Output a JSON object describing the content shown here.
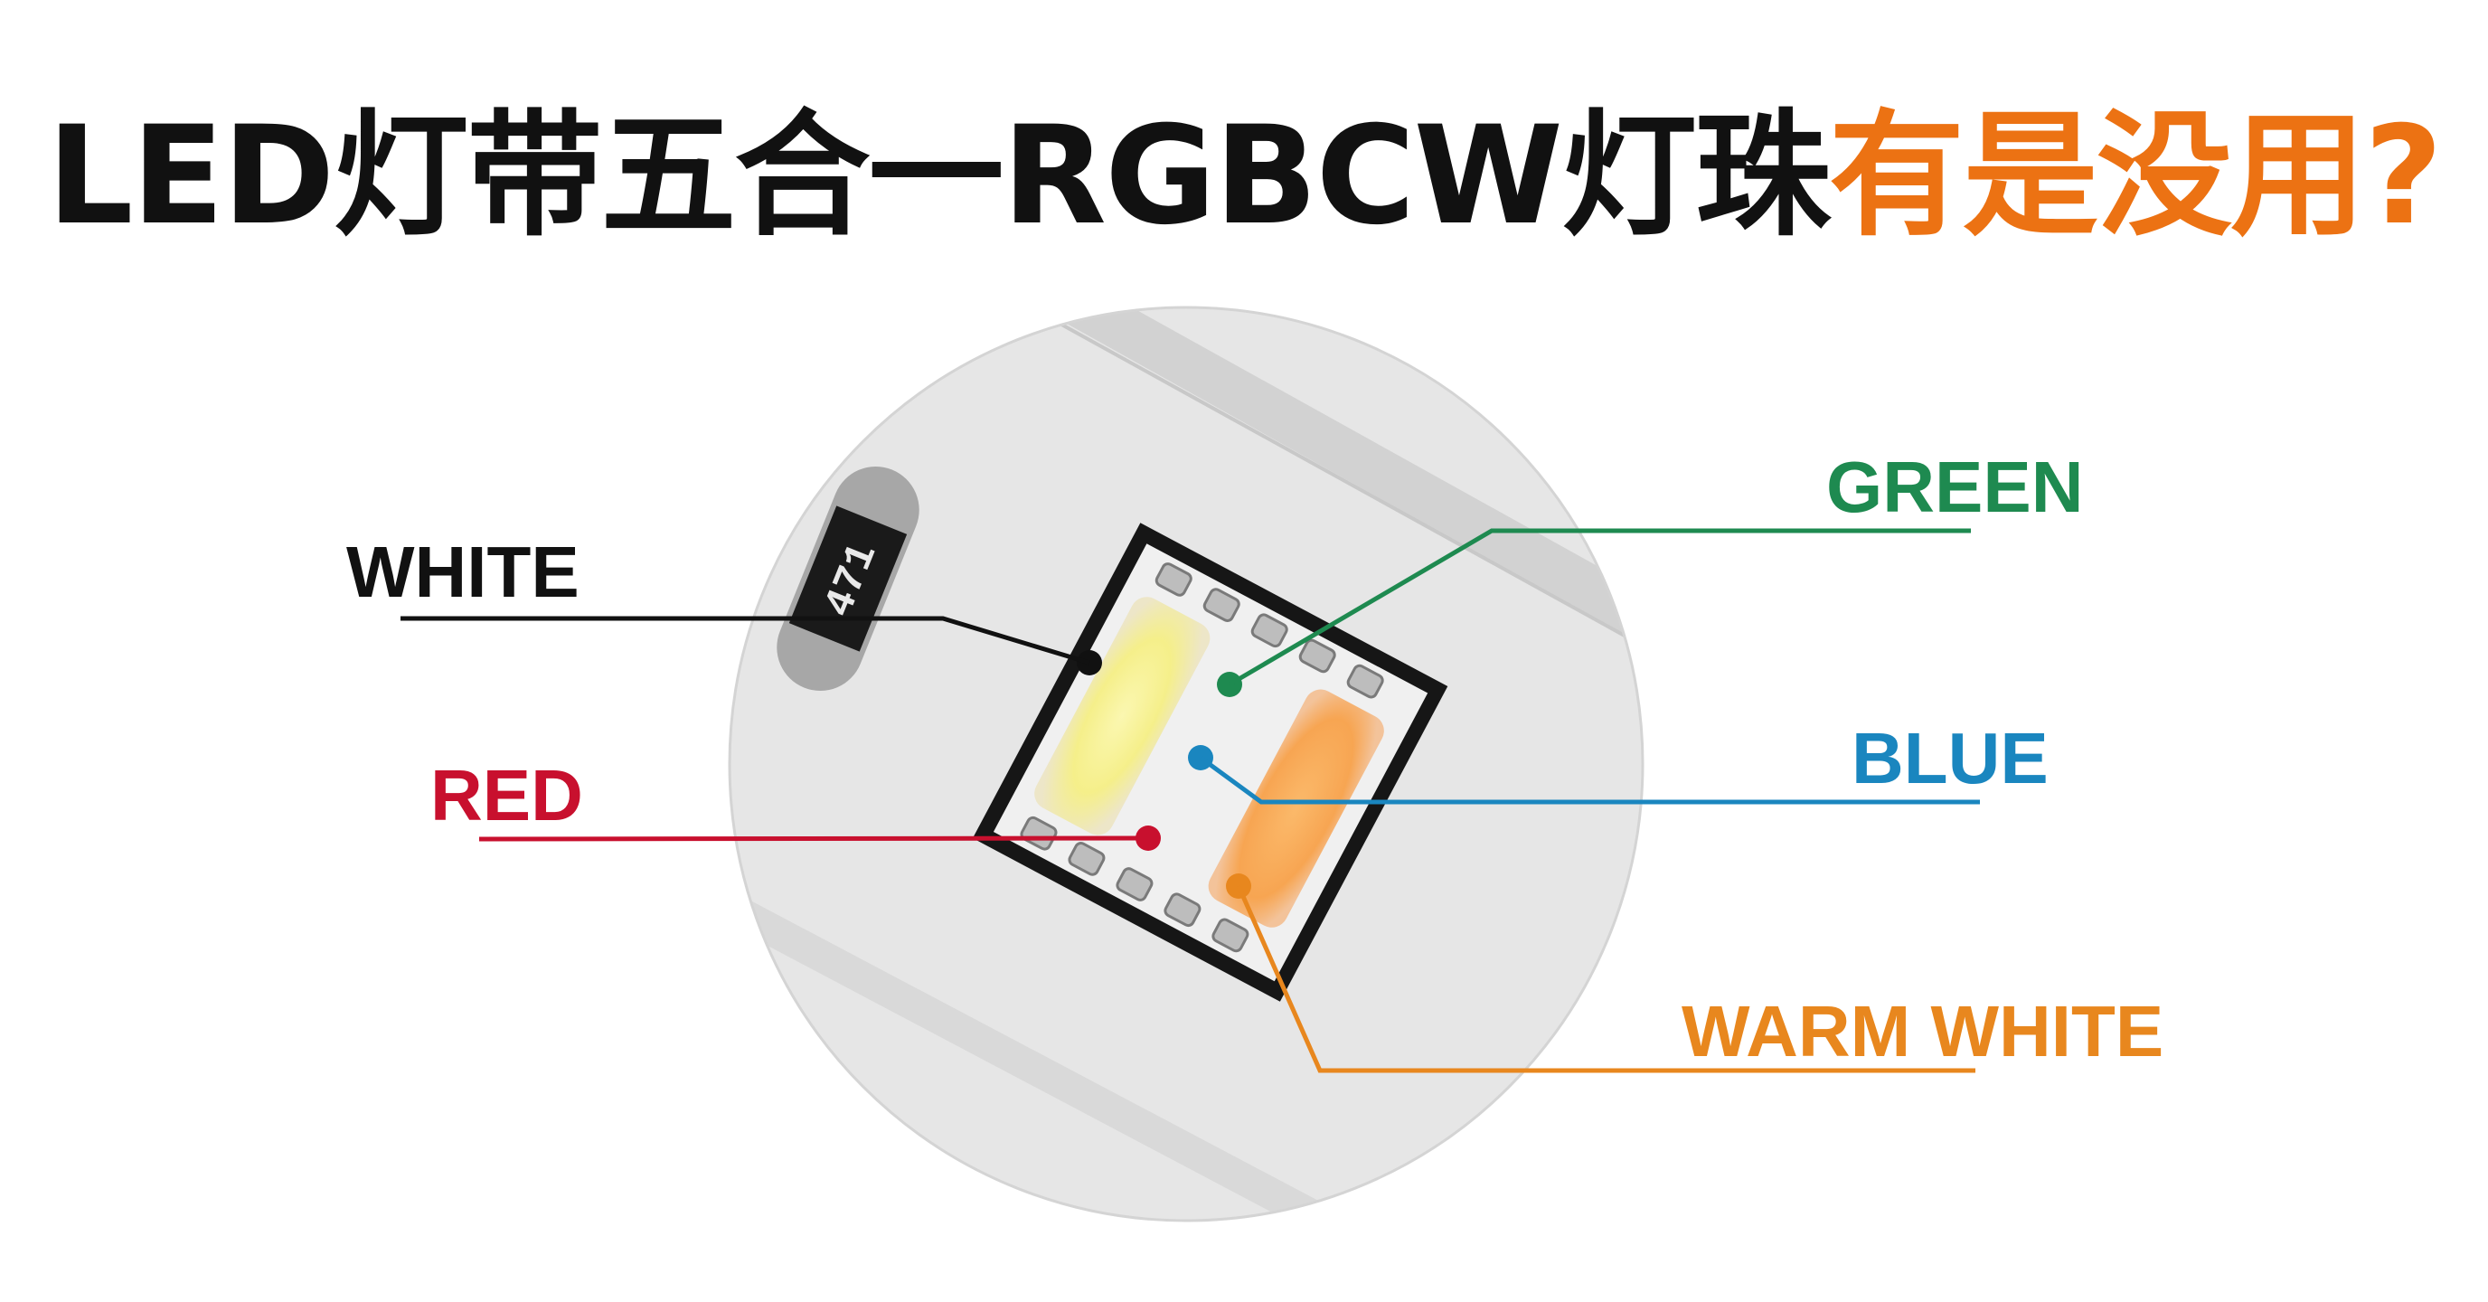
{
  "title": {
    "part1": "LED灯带五合一RGBCW灯珠",
    "part2": "有是没用?"
  },
  "resistor": {
    "marking": "471"
  },
  "labels": {
    "white": "WHITE",
    "red": "RED",
    "green": "GREEN",
    "blue": "BLUE",
    "warm_white": "WARM WHITE"
  },
  "colors": {
    "title_accent": "#ec7213",
    "white_line": "#111111",
    "red": "#c8102e",
    "green": "#1e8a50",
    "blue": "#1a86bf",
    "warm_white": "#e8871e"
  }
}
